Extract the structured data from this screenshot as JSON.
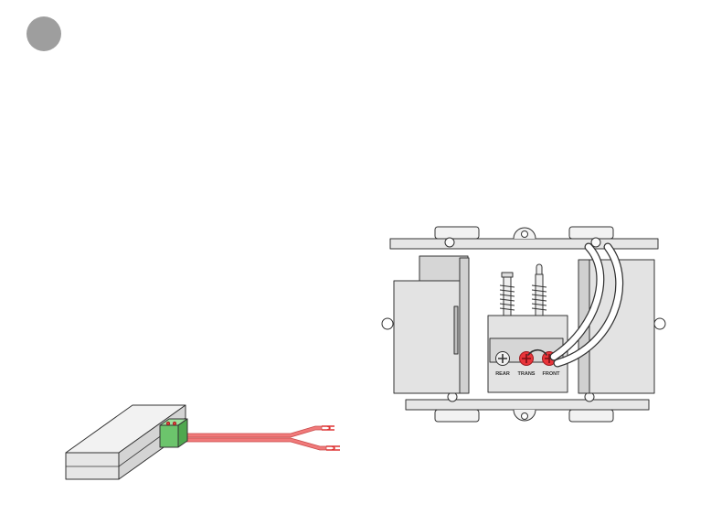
{
  "step_marker": {
    "number": ""
  },
  "chime": {
    "terminal_labels": [
      "REAR",
      "TRANS",
      "FRONT"
    ]
  },
  "colors": {
    "marker": "#9e9e9e",
    "wire_red": "#f07a7a",
    "connector_green": "#7fcf7f",
    "terminal_red": "#e8343a",
    "outline": "#333333"
  }
}
